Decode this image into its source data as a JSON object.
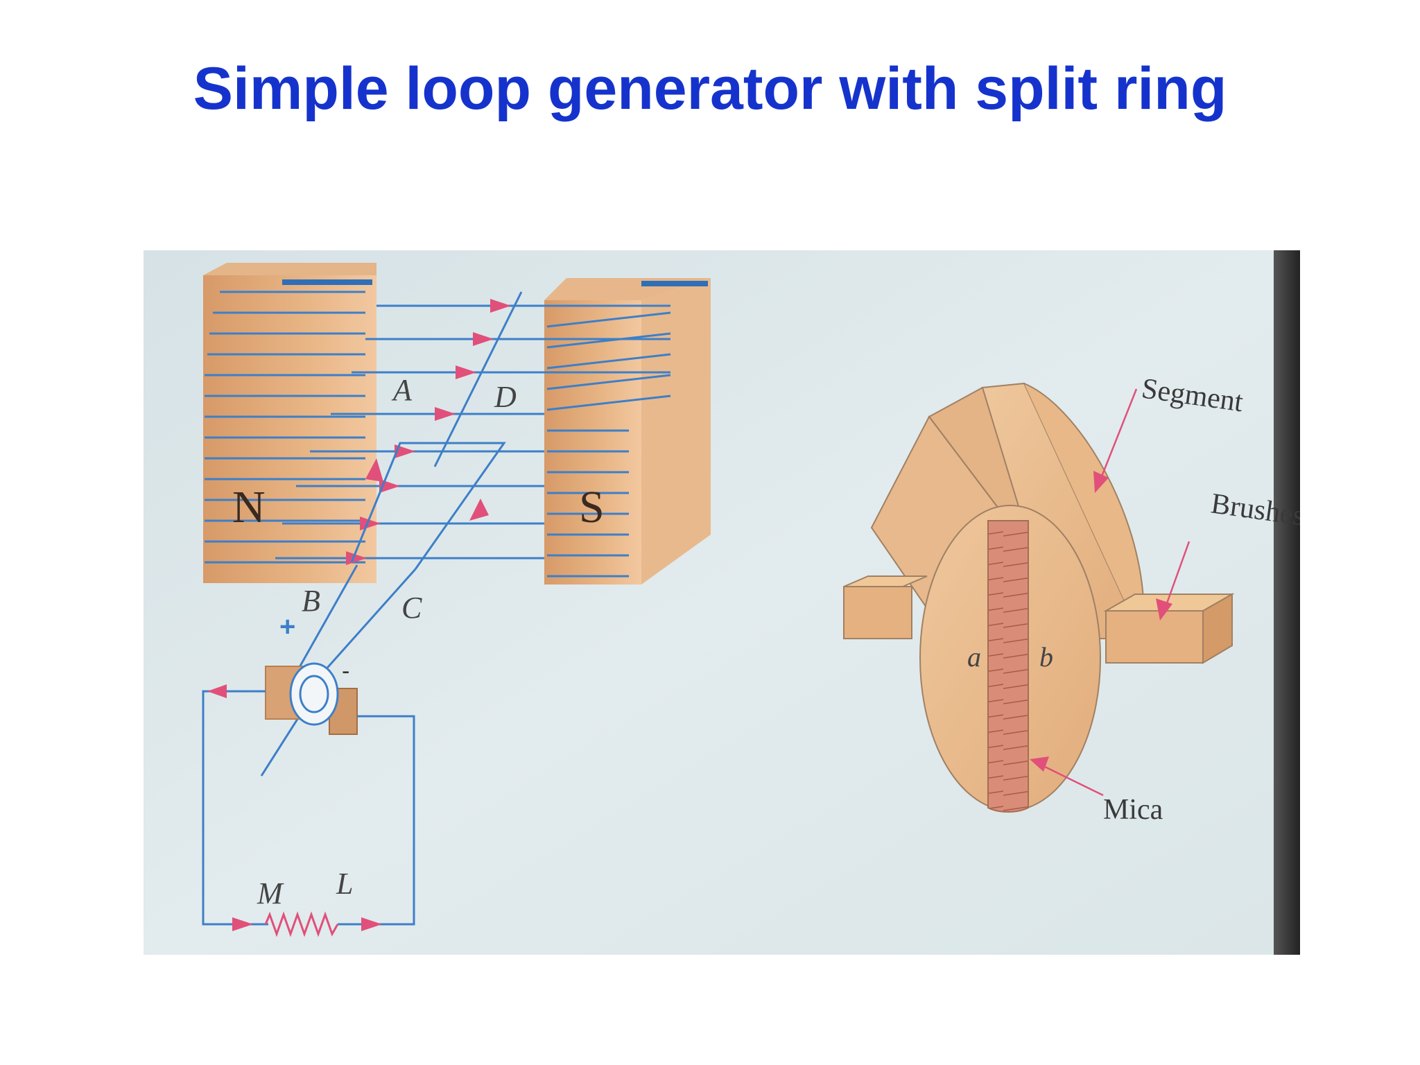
{
  "slide": {
    "title": "Simple loop generator with split ring"
  },
  "figure": {
    "generator": {
      "north_pole": "N",
      "south_pole": "S",
      "side_a": "A",
      "side_b": "B",
      "side_c": "C",
      "side_d": "D",
      "terminal_plus": "+",
      "terminal_minus": "-",
      "load_m": "M",
      "load_l": "L"
    },
    "commutator": {
      "segment_label": "Segment",
      "brushes_label": "Brushes",
      "mica_label": "Mica",
      "half_a": "a",
      "half_b": "b"
    }
  },
  "colors": {
    "title": "#1533cc",
    "background": "#dfe8ea",
    "magnet": "#e0a878",
    "field_line": "#3d7fc8",
    "arrow": "#e0507a",
    "mica": "#d88870"
  }
}
